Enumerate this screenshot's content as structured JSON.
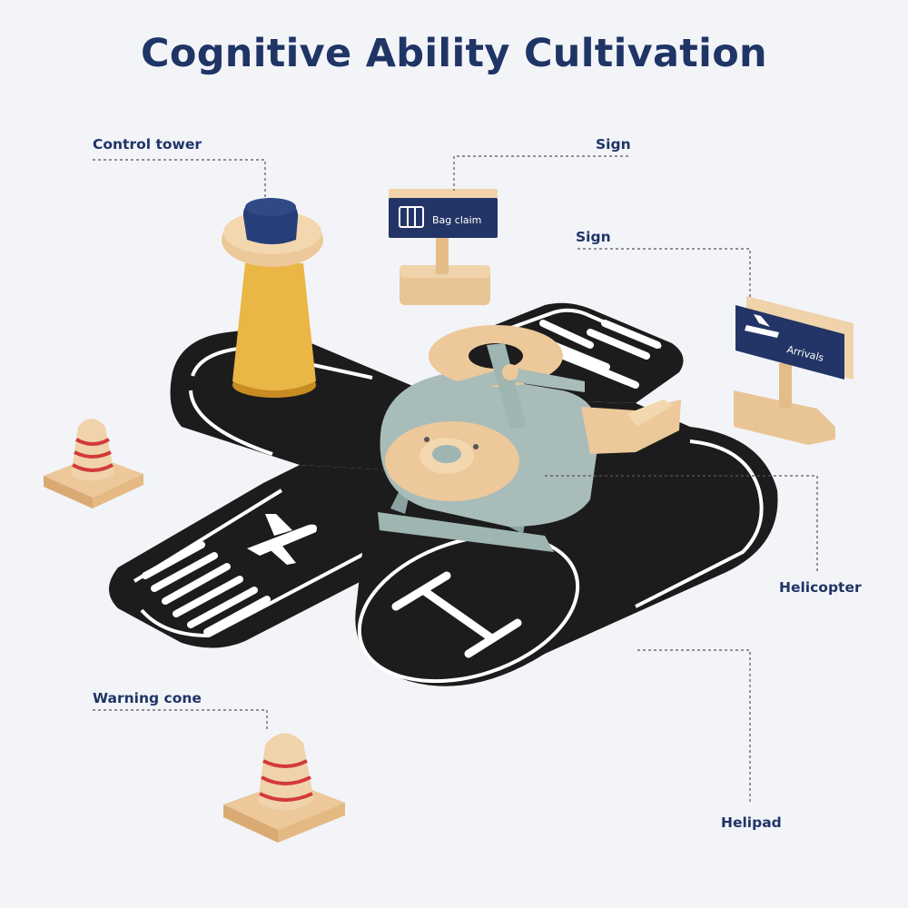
{
  "title": "Cognitive Ability Cultivation",
  "labels": {
    "control_tower": "Control tower",
    "sign_top": "Sign",
    "sign_right": "Sign",
    "helicopter": "Helicopter",
    "warning_cone": "Warning cone",
    "helipad": "Helipad"
  },
  "signs": {
    "bag_claim": "Bag claim",
    "arrivals": "Arrivals"
  },
  "helipad_mark": "H",
  "colors": {
    "background": "#f3f4f8",
    "title": "#1f3566",
    "runway": "#1b1b1b",
    "tower_body": "#eab645",
    "tower_cap": "#263f78",
    "wood": "#ecc89a",
    "helicopter": "#9fb5b2",
    "cone_stripe": "#d23a3a",
    "sign_board": "#233566"
  }
}
